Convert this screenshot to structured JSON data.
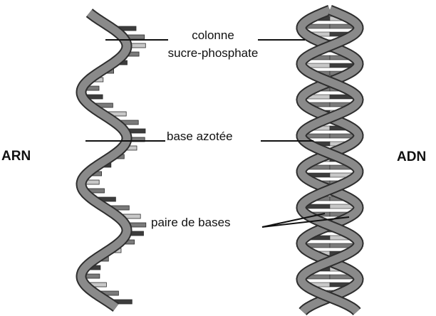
{
  "labels": {
    "rna": "ARN",
    "dna": "ADN",
    "backbone_line1": "colonne",
    "backbone_line2": "sucre-phosphate",
    "nitrogen_base": "base azotée",
    "base_pair": "paire de bases"
  },
  "colors": {
    "ribbon_fill": "#8a8a8a",
    "ribbon_edge": "#2e2e2e",
    "base_dark": "#3c3c3c",
    "base_mid": "#7a7a7a",
    "base_light": "#c8c8c8",
    "leader_line": "#111111",
    "text": "#111111",
    "background": "#ffffff"
  },
  "structure": {
    "rna": {
      "strands": 1,
      "helical_turns": 3.2
    },
    "dna": {
      "strands": 2,
      "helical_turns": 4.2
    }
  }
}
